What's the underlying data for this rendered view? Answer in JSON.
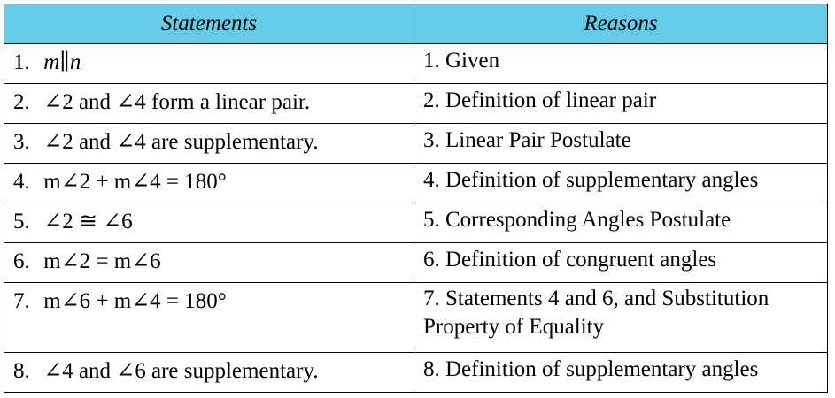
{
  "headers": {
    "statements": "Statements",
    "reasons": "Reasons"
  },
  "rows": [
    {
      "num": "1.",
      "statement": "m∥n",
      "reason": "1. Given"
    },
    {
      "num": "2.",
      "statement": "∠2  and  ∠4  form a linear pair.",
      "reason": "2. Definition of linear pair"
    },
    {
      "num": "3.",
      "statement": "∠2  and  ∠4  are supplementary.",
      "reason": "3. Linear Pair Postulate"
    },
    {
      "num": "4.",
      "statement": "m∠2 + m∠4 = 180°",
      "reason": "4. Definition of supplementary angles"
    },
    {
      "num": "5.",
      "statement": "∠2 ≅ ∠6",
      "reason": "5. Corresponding Angles Postulate"
    },
    {
      "num": "6.",
      "statement": "m∠2 = m∠6",
      "reason": "6. Definition of congruent angles"
    },
    {
      "num": "7.",
      "statement": "m∠6 + m∠4 = 180°",
      "reason": "7. Statements 4 and 6, and Substitution Property of Equality"
    },
    {
      "num": "8.",
      "statement": "∠4  and  ∠6 are supplementary.",
      "reason": "8. Definition of supplementary angles"
    }
  ]
}
